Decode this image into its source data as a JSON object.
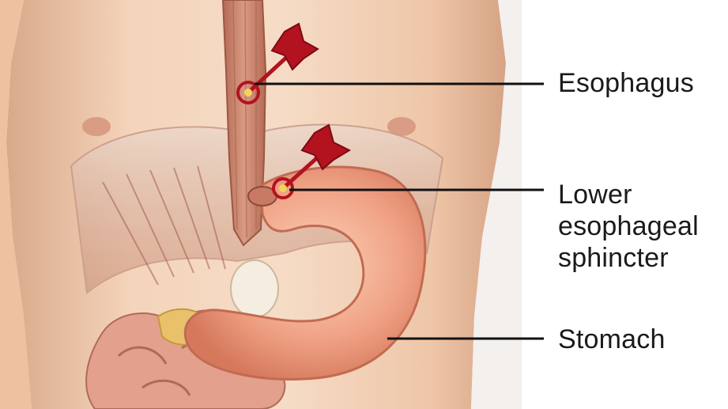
{
  "labels": {
    "esophagus": "Esophagus",
    "lower_esophageal_sphincter": [
      "Lower",
      "esophageal",
      "sphincter"
    ],
    "stomach": "Stomach"
  },
  "colors": {
    "skin": "#f2cdb0",
    "muscle": "#c97e66",
    "stomach": "#f0a88c",
    "marker": "#b3121f",
    "leader_line": "#111111"
  },
  "icons": [
    "dart-marker-icon",
    "dart-marker-icon"
  ]
}
